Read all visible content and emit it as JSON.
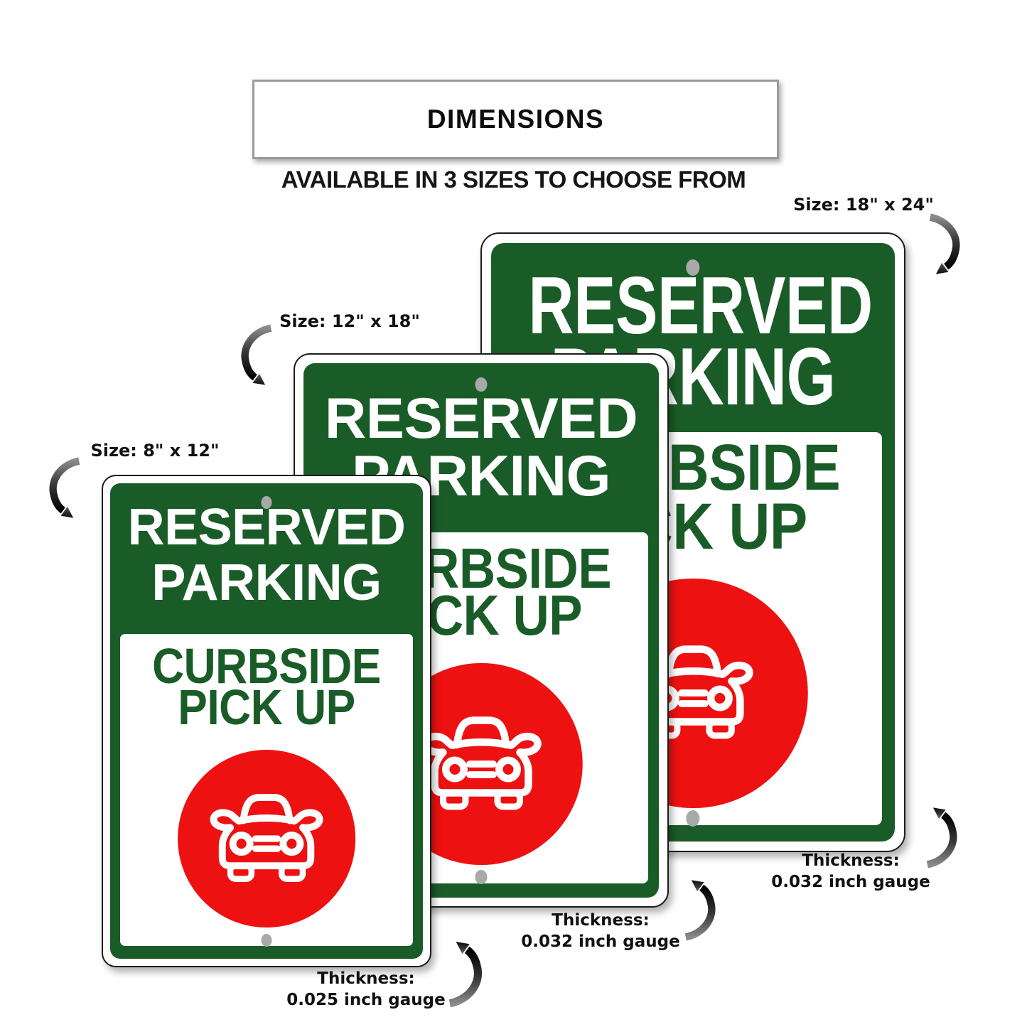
{
  "header": {
    "title": "DIMENSIONS",
    "subtitle": "AVAILABLE IN 3 SIZES TO CHOOSE FROM"
  },
  "sign_text": {
    "title_line1": "RESERVED",
    "title_line2": "PARKING",
    "body_line1": "CURBSIDE",
    "body_line2": "PICK UP"
  },
  "signs": [
    {
      "id": "8x12",
      "size_label": "Size: 8\" x 12\"",
      "thickness_label": "Thickness:",
      "thickness_value": "0.025 inch gauge"
    },
    {
      "id": "12x18",
      "size_label": "Size: 12\" x 18\"",
      "thickness_label": "Thickness:",
      "thickness_value": "0.032 inch gauge"
    },
    {
      "id": "18x24",
      "size_label": "Size: 18\" x 24\"",
      "thickness_label": "Thickness:",
      "thickness_value": "0.032 inch gauge"
    }
  ],
  "colors": {
    "sign_green": "#1a5c28",
    "sign_red": "#ee1111",
    "hole_gray": "#a9a9a9",
    "sign_outline": "#1c1c1c",
    "header_border_gray": "#9a9a9a",
    "text_black": "#111111"
  },
  "icons": [
    "car-icon",
    "curved-arrow-icon",
    "mounting-hole"
  ]
}
